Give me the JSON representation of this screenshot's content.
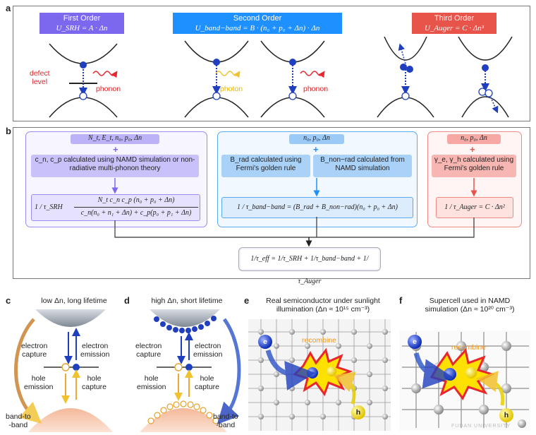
{
  "panel_a": {
    "label": "a",
    "first": {
      "title": "First Order",
      "eq": "U_SRH = A · Δn",
      "color": "#7b68ee"
    },
    "second": {
      "title": "Second Order",
      "eq": "U_band−band = B · (n₀ + p₀ + Δn) · Δn",
      "color": "#1e90ff"
    },
    "third": {
      "title": "Third Order",
      "eq": "U_Auger = C · Δn³",
      "color": "#e8534a"
    },
    "defect_level": "defect\nlevel",
    "phonon1": "phonon",
    "photon": "photon",
    "phonon2": "phonon"
  },
  "panel_b": {
    "label": "b",
    "srh_inputs": "N_t, E_t, n₀, p₀, Δn",
    "srh_calc": "c_n, c_p calculated using NAMD simulation or non-radiative multi-phonon theory",
    "srh_tau_left": "1 / τ_SRH",
    "srh_tau_num": "N_t c_n c_p (n₀ + p₀ + Δn)",
    "srh_tau_den": "c_n(n₀ + n₁ + Δn) + c_p(p₀ + p₁ + Δn)",
    "bb_inputs": "n₀, p₀, Δn",
    "bb_rad": "B_rad calculated using Fermi's golden rule",
    "bb_nonrad": "B_non−rad calculated from NAMD simulation",
    "bb_tau": "1 / τ_band−band = (B_rad + B_non−rad)(n₀ + p₀ + Δn)",
    "aug_inputs": "n₀, p₀, Δn",
    "aug_calc": "γ_e, γ_h calculated using Fermi's golden rule",
    "aug_tau": "1 / τ_Auger = C · Δn²",
    "eff_tau": "1/τ_eff = 1/τ_SRH + 1/τ_band−band + 1/τ_Auger"
  },
  "panel_c": {
    "label": "c",
    "title": "low Δn, long lifetime",
    "electron_capture": "electron\ncapture",
    "electron_emission": "electron\nemission",
    "hole_emission": "hole\nemission",
    "hole_capture": "hole\ncapture",
    "band_to_band": "band-to\n-band"
  },
  "panel_d": {
    "label": "d",
    "title": "high Δn, short lifetime",
    "electron_capture": "electron\ncapture",
    "electron_emission": "electron\nemission",
    "hole_emission": "hole\nemission",
    "hole_capture": "hole\ncapture",
    "band_to_band": "band-to\n-band"
  },
  "panel_e": {
    "label": "e",
    "title": "Real semiconductor under sunlight\nillumination (Δn ≈ 10¹⁵ cm⁻³)",
    "recombine": "recombine",
    "e": "e",
    "h": "h"
  },
  "panel_f": {
    "label": "f",
    "title": "Supercell used in NAMD\nsimulation (Δn ≈ 10²⁰ cm⁻³)",
    "recombine": "recombine",
    "e": "e",
    "h": "h",
    "watermark": "FUDAN UNIVERSITY"
  },
  "colors": {
    "srh": "#7b68ee",
    "bb": "#1e90ff",
    "auger": "#e8534a",
    "electron": "#1f3fbf",
    "hole_fill": "#f4c27a",
    "phonon": "#e8262b",
    "photon": "#f2c12e"
  }
}
